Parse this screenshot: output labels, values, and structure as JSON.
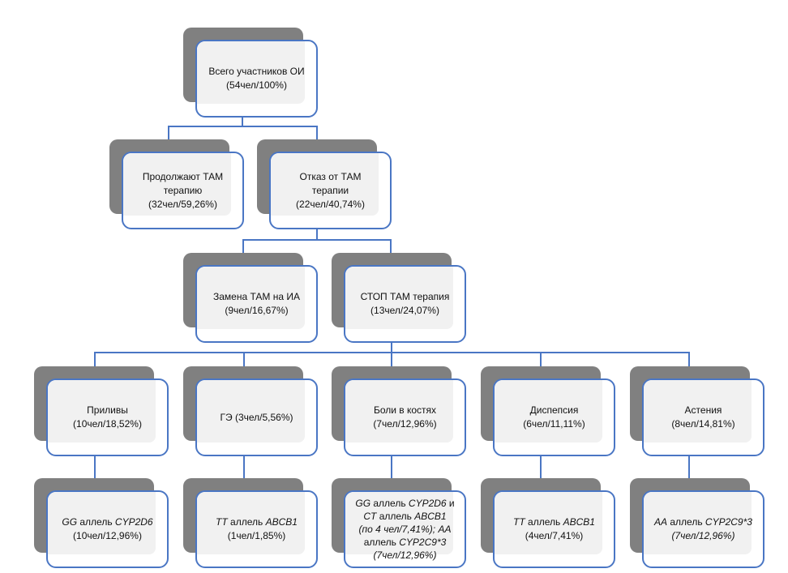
{
  "diagram": {
    "root": {
      "line1": "Всего участников ОИ",
      "line2": "(54чел/100%)"
    },
    "level2": [
      {
        "line1": "Продолжают ТАМ",
        "line2": "терапию",
        "line3": "(32чел/59,26%)"
      },
      {
        "line1": "Отказ от ТАМ",
        "line2": "терапии",
        "line3": "(22чел/40,74%)"
      }
    ],
    "level3": [
      {
        "line1": "Замена ТАМ на ИА",
        "line2": "(9чел/16,67%)"
      },
      {
        "line1": "СТОП ТАМ терапия",
        "line2": "(13чел/24,07%)"
      }
    ],
    "level4": [
      {
        "line1": "Приливы",
        "line2": "(10чел/18,52%)"
      },
      {
        "line1": "ГЭ (3чел/5,56%)",
        "line2": ""
      },
      {
        "line1": "Боли в костях",
        "line2": "(7чел/12,96%)"
      },
      {
        "line1": "Диспепсия",
        "line2": "(6чел/11,11%)"
      },
      {
        "line1": "Астения",
        "line2": "(8чел/14,81%)"
      }
    ],
    "level5": [
      {
        "a_it": "GG",
        "a": " аллель ",
        "b_it": "CYP2D6",
        "line2": "(10чел/12,96%)"
      },
      {
        "a_it": "TT",
        "a": " аллель ",
        "b_it": "ABCB1",
        "line2": "(1чел/1,85%)"
      },
      {
        "l1_it1": "GG",
        "l1_a": " аллель ",
        "l1_it2": "CYP2D6",
        "l1_b": " и",
        "l2_it1": "CT",
        "l2_a": " аллель ",
        "l2_it2": "ABCB1",
        "l3": "(по 4 чел/7,41%); АА",
        "l4_a": "аллель ",
        "l4_it": "CYP2C9*3",
        "l5": "(7чел/12,96%)"
      },
      {
        "a_it": "TT",
        "a": " аллель ",
        "b_it": "ABCB1",
        "line2": "(4чел/7,41%)"
      },
      {
        "a_it": "AA",
        "a": " аллель ",
        "b_it": "CYP2C9*3",
        "line2": "(7чел/12,96%)"
      }
    ],
    "colors": {
      "shadow": "#808080",
      "border": "#4a76c4",
      "fill": "#f1f1f1"
    }
  }
}
